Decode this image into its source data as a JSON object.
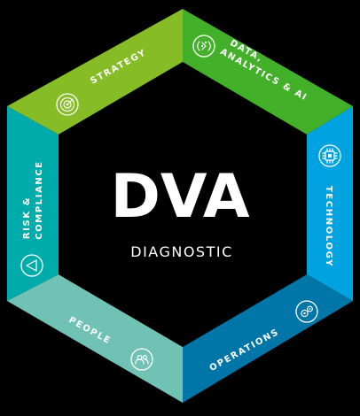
{
  "center": {
    "title": "DVA",
    "subtitle": "DIAGNOSTIC"
  },
  "segments": [
    {
      "label": "STRATEGY",
      "icon": "target-icon",
      "color": "#86BC25"
    },
    {
      "label_line1": "DATA,",
      "label_line2": "ANALYTICS & AI",
      "icon": "data-ai-icon",
      "color": "#43B02A"
    },
    {
      "label": "TECHNOLOGY",
      "icon": "chip-icon",
      "color": "#00A3E0"
    },
    {
      "label": "OPERATIONS",
      "icon": "gears-icon",
      "color": "#0076A8"
    },
    {
      "label": "PEOPLE",
      "icon": "people-icon",
      "color": "#6FC2B4"
    },
    {
      "label_line1": "RISK &",
      "label_line2": "COMPLIANCE",
      "icon": "triangle-play-icon",
      "color": "#00ABAB"
    }
  ]
}
